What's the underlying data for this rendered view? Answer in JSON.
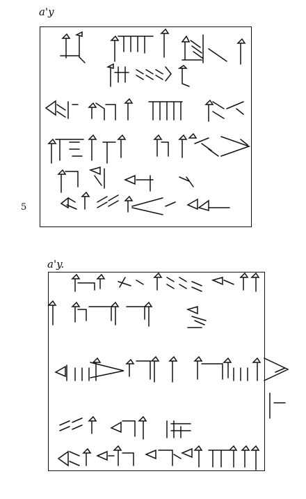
{
  "tablet_top": {
    "label": "a'y",
    "line_number": "5"
  },
  "tablet_bottom": {
    "label": "a'y."
  }
}
